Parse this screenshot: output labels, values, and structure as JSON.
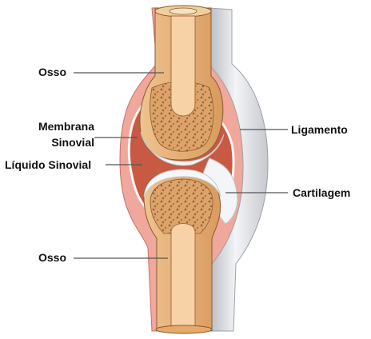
{
  "labels": {
    "osso_top": "Osso",
    "membrana_line1": "Membrana",
    "membrana_line2": "Sinovial",
    "liquido": "Líquido Sinovial",
    "osso_bottom": "Osso",
    "ligamento": "Ligamento",
    "cartilagem": "Cartilagem"
  },
  "colors": {
    "bone_outer": "#e7b37c",
    "bone_shade": "#c98a52",
    "spongy_bone": "#dba66a",
    "marrow_canal": "#f2c89a",
    "synovial_membrane": "#e98c85",
    "synovial_fluid": "#c9553f",
    "ligament": "#e6e8ec",
    "cartilage": "#f4f5f7",
    "leader_line": "#555555"
  }
}
